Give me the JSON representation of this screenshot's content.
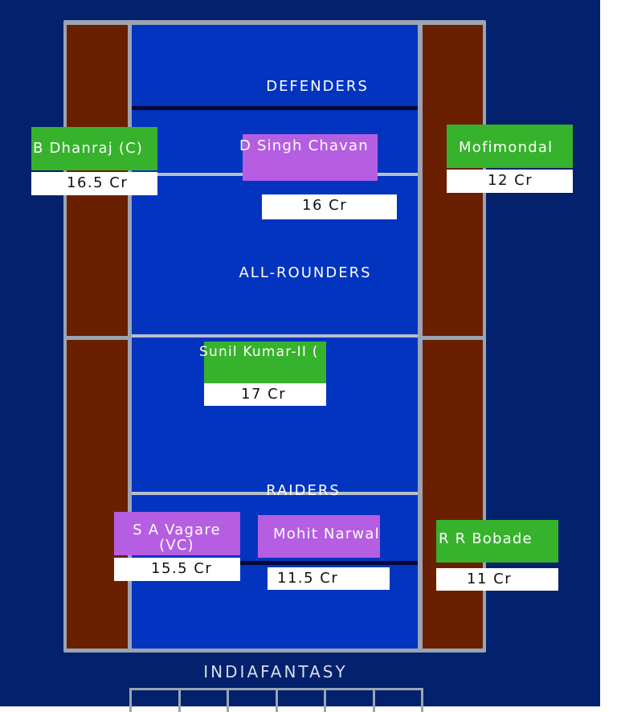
{
  "zones": {
    "defenders": "DEFENDERS",
    "all_rounders": "ALL-ROUNDERS",
    "raiders": "RAIDERS"
  },
  "brand": "INDIAFANTASY",
  "players": [
    {
      "name": "B Dhanraj (C)",
      "price": "16.5 Cr",
      "color": "#37b22c"
    },
    {
      "name": "D Singh Chavan",
      "price": "16 Cr",
      "color": "#b55ee2"
    },
    {
      "name": "Mofimondal",
      "price": "12 Cr",
      "color": "#37b22c"
    },
    {
      "name": "Sunil Kumar-II (",
      "price": "17 Cr",
      "color": "#37b22c"
    },
    {
      "name": "S A Vagare (VC)",
      "price": "15.5 Cr",
      "color": "#b55ee2"
    },
    {
      "name": "Mohit Narwal",
      "price": "11.5 Cr",
      "color": "#b55ee2"
    },
    {
      "name": "R R Bobade",
      "price": "11 Cr",
      "color": "#37b22c"
    }
  ]
}
